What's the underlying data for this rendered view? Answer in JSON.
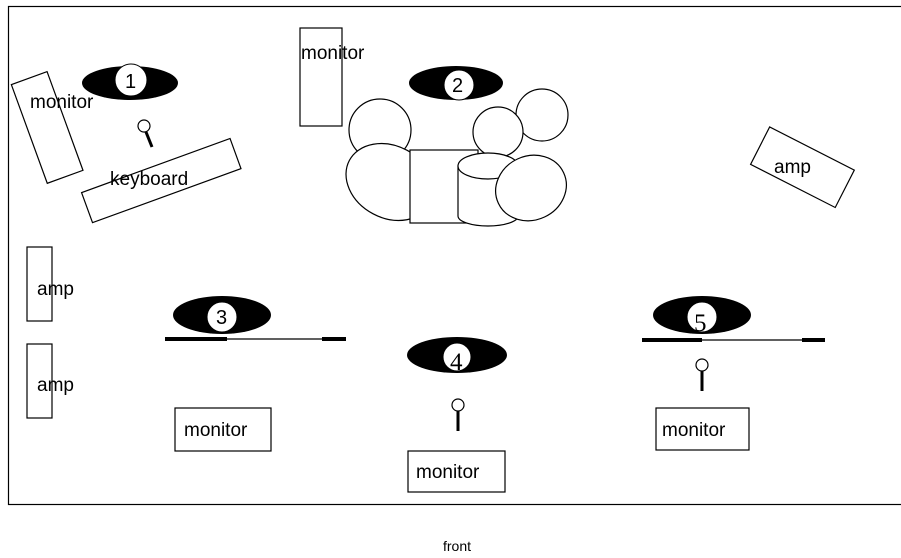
{
  "stage": {
    "front_label": "front",
    "positions": [
      "1",
      "2",
      "3",
      "4",
      "5"
    ],
    "monitor_label": "monitor",
    "amp_label": "amp",
    "keyboard_label": "keyboard"
  },
  "colors": {
    "line": "#000000",
    "fill": "#ffffff",
    "position_marker": "#000000"
  }
}
